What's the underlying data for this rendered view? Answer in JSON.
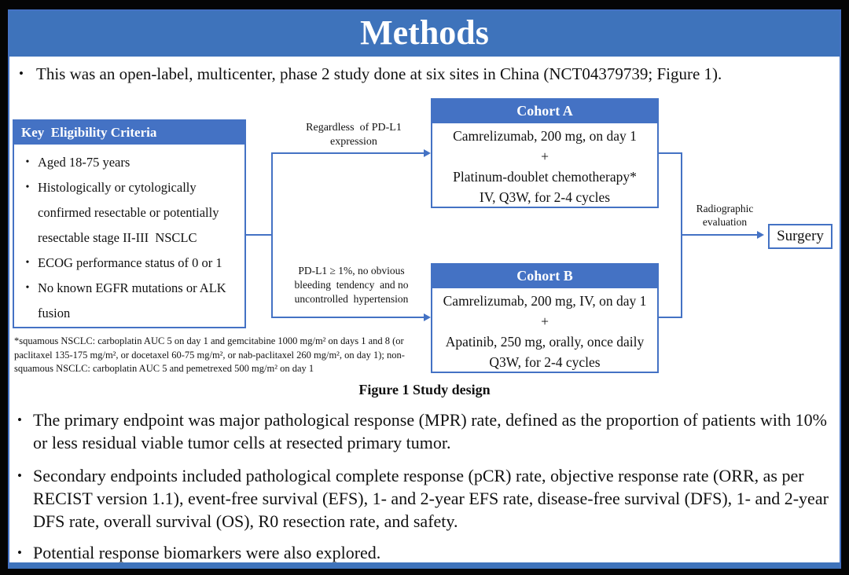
{
  "colors": {
    "accent_blue": "#4472C4",
    "title_bar_blue": "#3E73BB",
    "slide_border_blue": "#4472C4",
    "background": "#000000",
    "text": "#111111"
  },
  "ui": {
    "bullet_char": "•"
  },
  "header": {
    "title": "Methods"
  },
  "intro_bullet": "This was an open-label, multicenter, phase 2 study done at six sites in China (NCT04379739; Figure 1).",
  "diagram": {
    "eligibility": {
      "title": "Key  Eligibility Criteria",
      "items": [
        "Aged 18-75 years",
        "Histologically or cytologically confirmed resectable or potentially resectable stage II-III  NSCLC",
        "ECOG performance status of 0 or 1",
        "No known EGFR mutations or ALK fusion"
      ]
    },
    "branch_labels": {
      "top": [
        "Regardless  of PD-L1",
        "expression"
      ],
      "bottom": [
        "PD-L1 ≥ 1%, no obvious",
        "bleeding  tendency  and no",
        "uncontrolled  hypertension"
      ]
    },
    "cohort_a": {
      "title": "Cohort A",
      "lines": [
        "Camrelizumab, 200 mg, on day 1",
        "+",
        "Platinum-doublet chemotherapy*",
        "IV, Q3W, for 2-4 cycles"
      ]
    },
    "cohort_b": {
      "title": "Cohort B",
      "lines": [
        "Camrelizumab, 200 mg, IV, on day 1",
        "+",
        "Apatinib, 250 mg, orally, once daily",
        "Q3W, for 2-4 cycles"
      ]
    },
    "radiographic_label": [
      "Radiographic",
      "evaluation"
    ],
    "surgery_label": "Surgery",
    "footnote": "*squamous NSCLC: carboplatin AUC 5 on day 1 and gemcitabine 1000 mg/m² on days 1 and 8 (or paclitaxel 135-175 mg/m², or docetaxel 60-75 mg/m², or nab-paclitaxel 260 mg/m², on day 1); non-squamous NSCLC: carboplatin AUC 5 and pemetrexed 500 mg/m² on day 1",
    "caption": "Figure 1 Study design"
  },
  "body_bullets": [
    "The primary endpoint was major pathological response (MPR) rate, defined as the proportion of patients with 10% or less residual viable tumor cells at resected primary tumor.",
    "Secondary endpoints included pathological complete response (pCR) rate, objective response rate (ORR, as per RECIST version 1.1), event-free survival (EFS), 1- and 2-year EFS rate, disease-free survival (DFS), 1- and 2-year DFS rate, overall survival (OS), R0 resection rate, and safety.",
    "Potential response biomarkers were also explored."
  ]
}
